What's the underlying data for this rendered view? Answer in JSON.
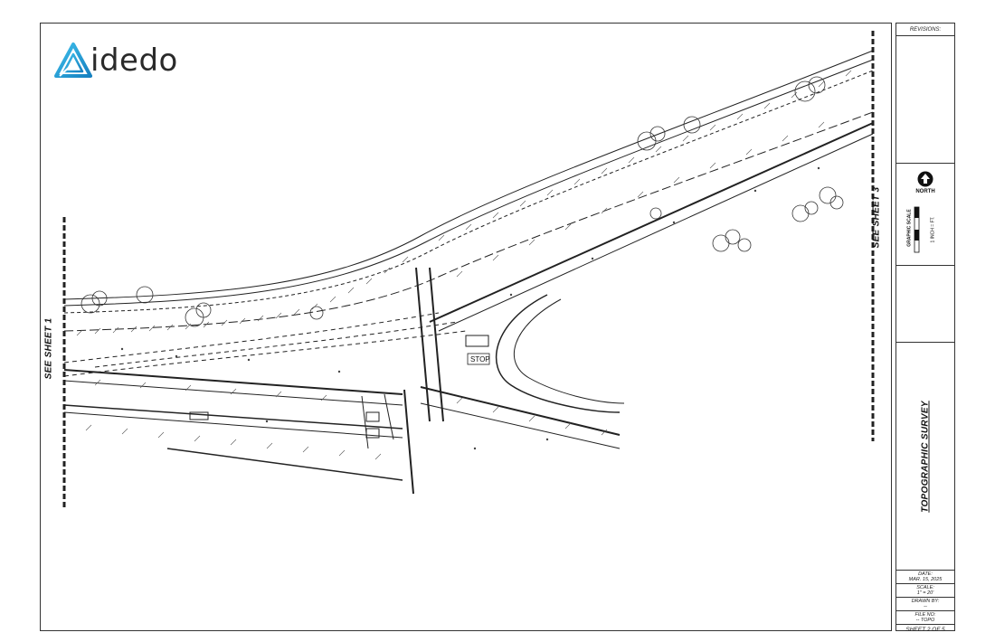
{
  "logo": {
    "name": "idedo",
    "icon": "aidedo-triangle-logo",
    "brand_color": "#1aa0d8"
  },
  "drawing": {
    "match_left": "SEE SHEET 1",
    "match_right": "SEE SHEET 3",
    "stop_sign": "STOP"
  },
  "title_block": {
    "revisions_label": "REVISIONS:",
    "north_label": "NORTH",
    "graphic_scale": "GRAPHIC SCALE",
    "scale_unit": "1 INCH = FT.",
    "sheet_title": "TOPOGRAPHIC SURVEY",
    "date_label": "DATE:",
    "date_value": "MAR. 15, 2025",
    "scale_label": "SCALE:",
    "scale_value": "1\" = 20'",
    "drawn_by_label": "DRAWN BY:",
    "drawn_by_value": "--",
    "file_no_label": "FILE NO:",
    "file_no_value": "-- TOPO",
    "sheet_number": "SHEET 2 OF 5"
  }
}
